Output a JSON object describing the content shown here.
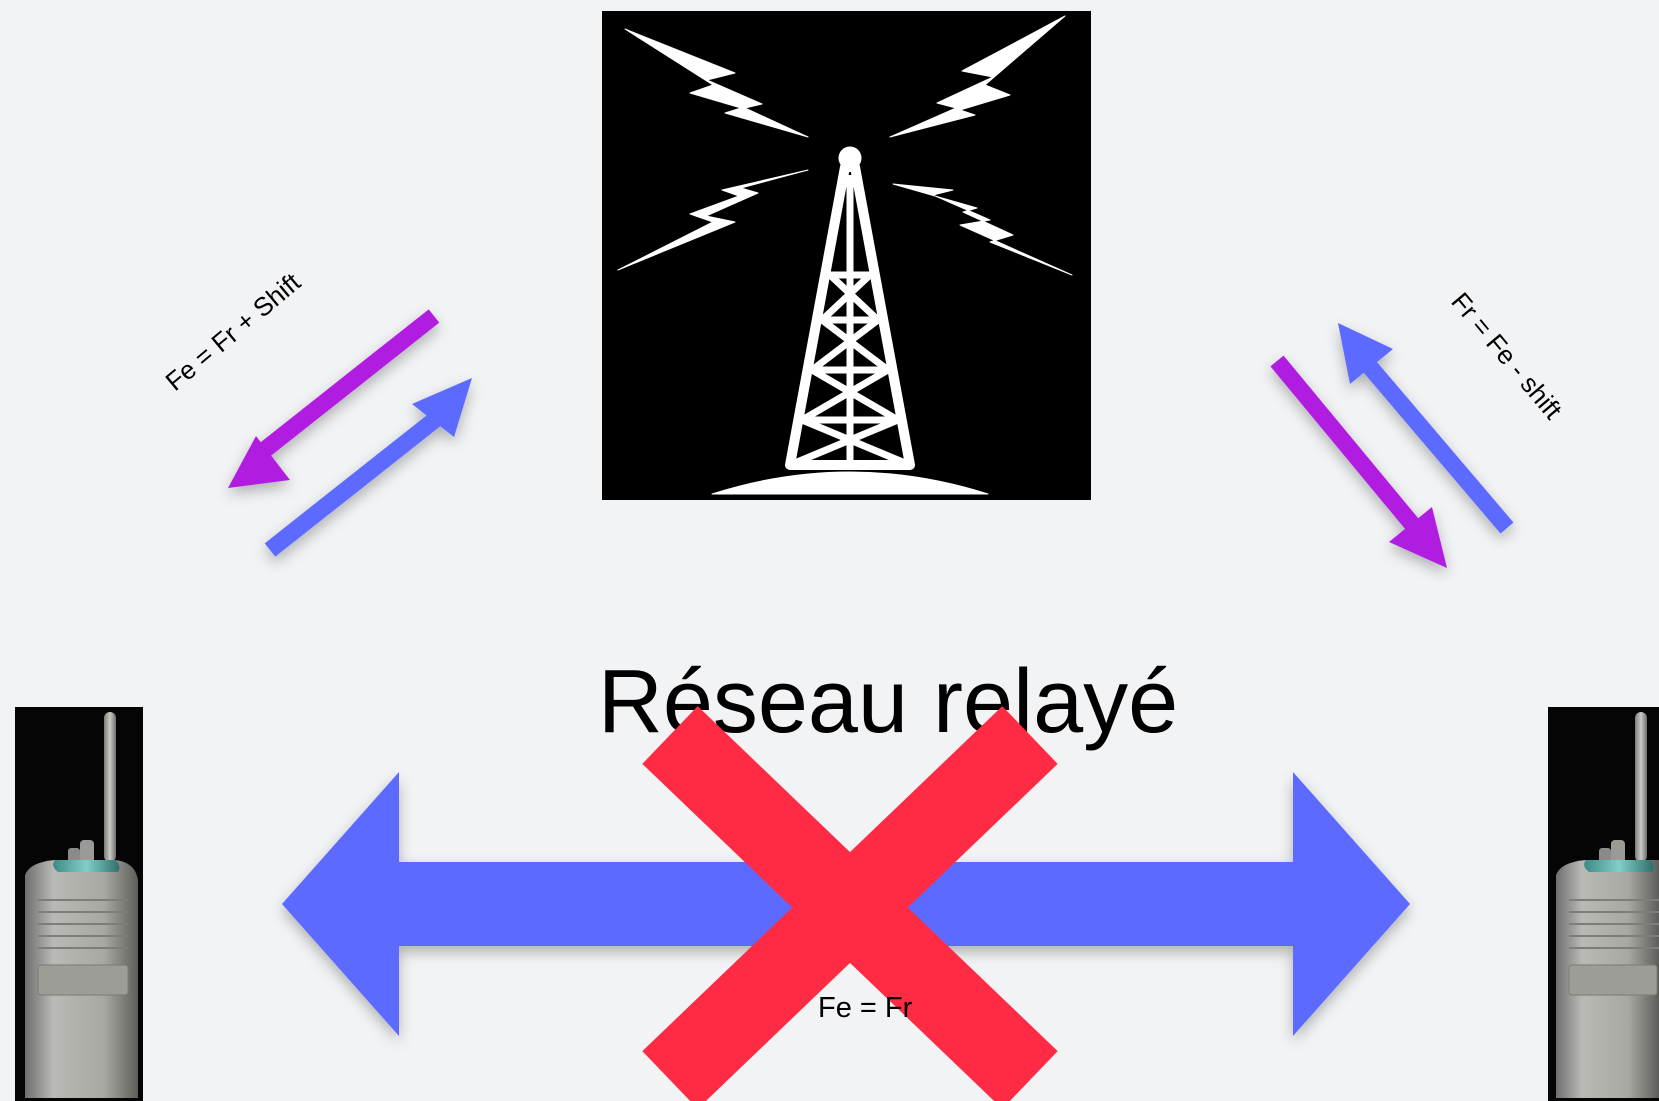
{
  "title": "Réseau relayé",
  "labels": {
    "uplink_left": "Fe = Fr + Shift",
    "uplink_right": "Fr = Fe - shift",
    "direct": "Fe = Fr"
  },
  "icons": {
    "tower": "radio-tower-icon",
    "radio_left": "walkie-talkie-icon",
    "radio_right": "walkie-talkie-icon",
    "blocked": "cross-icon"
  },
  "colors": {
    "background": "#f2f3f5",
    "arrow_blue": "#5b6bff",
    "arrow_purple": "#b01ee0",
    "cross_red": "#ff2b44",
    "tower_bg": "#000000",
    "tower_fg": "#ffffff"
  }
}
